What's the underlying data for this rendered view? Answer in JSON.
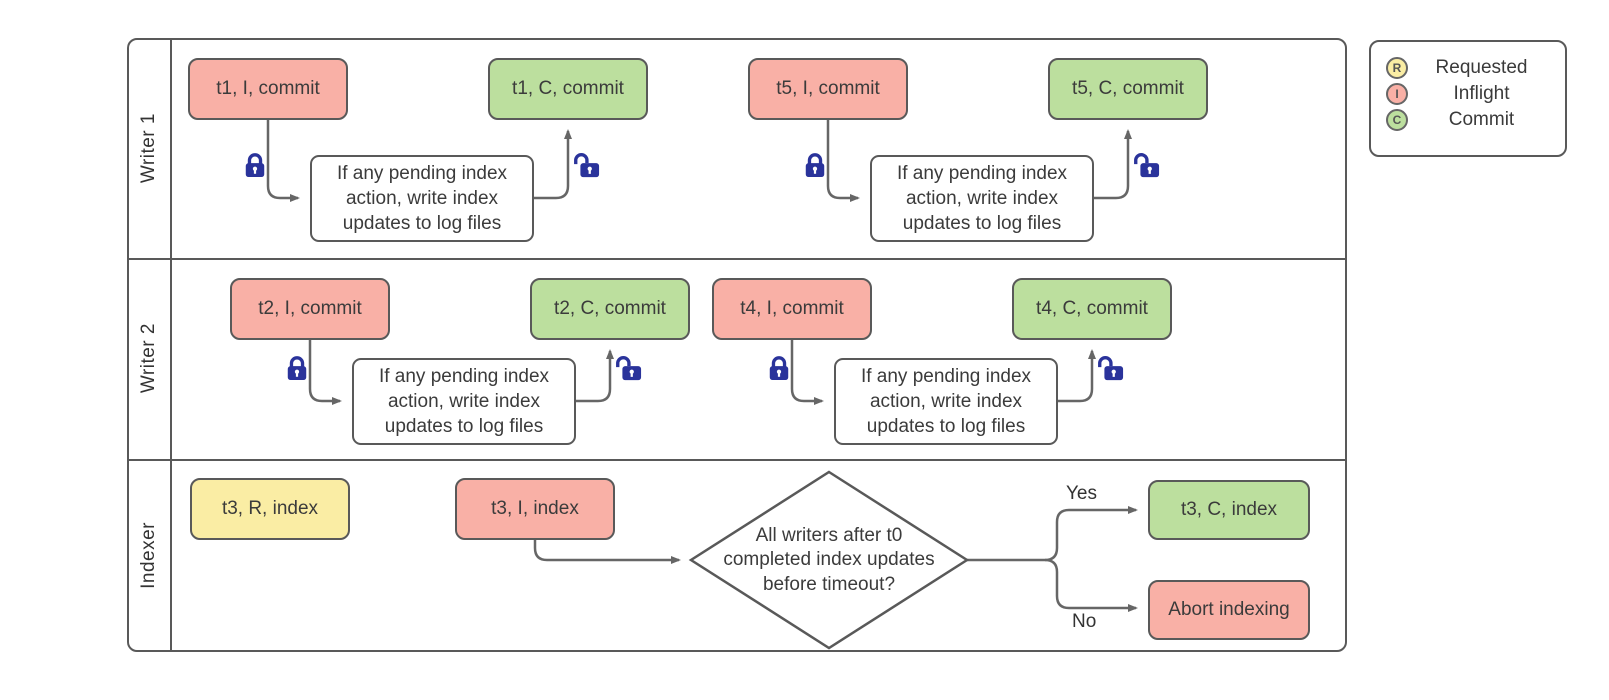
{
  "lanes": [
    {
      "label": "Writer 1"
    },
    {
      "label": "Writer 2"
    },
    {
      "label": "Indexer"
    }
  ],
  "legend": {
    "items": [
      {
        "letter": "R",
        "label": "Requested",
        "color": "#faeda4"
      },
      {
        "letter": "I",
        "label": "Inflight",
        "color": "#f9b0a6"
      },
      {
        "letter": "C",
        "label": "Commit",
        "color": "#bcdf9e"
      }
    ]
  },
  "writer1": {
    "t1_inflight": "t1, I, commit",
    "t1_commit": "t1, C, commit",
    "t5_inflight": "t5, I, commit",
    "t5_commit": "t5, C, commit",
    "process": "If any pending index action, write index updates to log files"
  },
  "writer2": {
    "t2_inflight": "t2, I, commit",
    "t2_commit": "t2, C, commit",
    "t4_inflight": "t4, I, commit",
    "t4_commit": "t4, C, commit",
    "process": "If any pending index action, write index updates to log files"
  },
  "indexer": {
    "t3_requested": "t3, R, index",
    "t3_inflight": "t3, I, index",
    "t3_commit": "t3, C, index",
    "abort": "Abort indexing",
    "decision_line1": "All writers after t0",
    "decision_line2": "completed index updates",
    "decision_line3": "before timeout?",
    "yes": "Yes",
    "no": "No"
  },
  "colors": {
    "inflight_fill": "#f9b0a6",
    "commit_fill": "#bcdf9e",
    "requested_fill": "#faeda4",
    "shape_border": "#595959",
    "connector": "#666666",
    "lock": "#2a339b",
    "text": "#3b3b3b"
  }
}
